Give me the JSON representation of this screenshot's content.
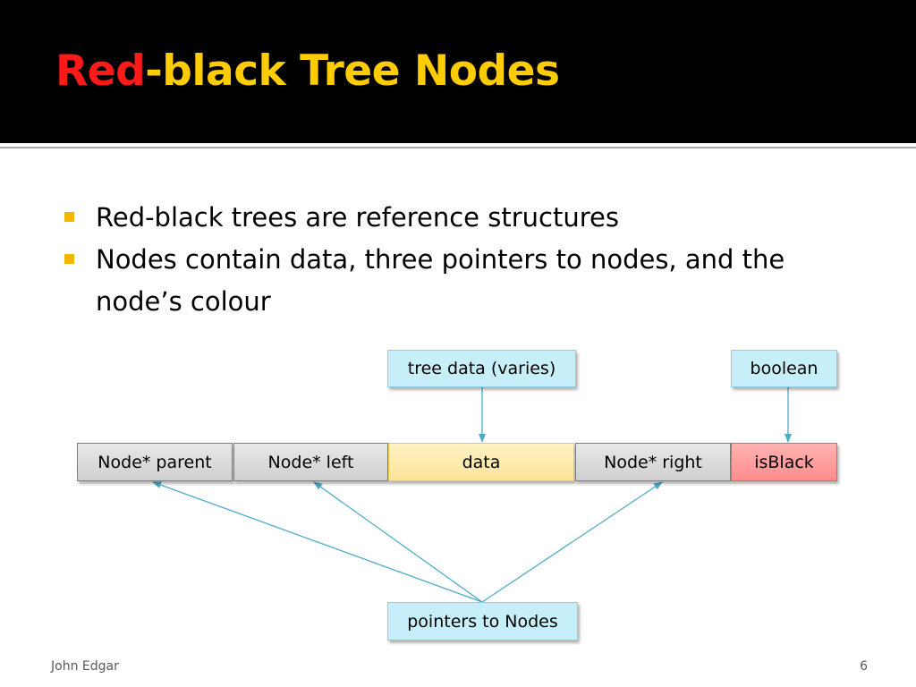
{
  "slide": {
    "title_red": "Red",
    "title_rest": "-black Tree Nodes",
    "bullets": [
      "Red-black trees are reference structures",
      "Nodes contain data, three pointers to nodes, and the node’s colour"
    ],
    "footer_author": "John Edgar",
    "page_number": "6"
  },
  "diagram": {
    "callouts": {
      "tree_data": "tree data (varies)",
      "boolean": "boolean",
      "pointers": "pointers to Nodes"
    },
    "cells": [
      "Node* parent",
      "Node* left",
      "data",
      "Node* right",
      "isBlack"
    ]
  },
  "colors": {
    "header_background": "#000000",
    "title_red": "#ff1a1a",
    "title_yellow": "#ffcc00",
    "bullet_marker": "#f2b705",
    "callout_fill": "#c7eff9",
    "connector": "#4bacc6",
    "pointer_cell": "#d9d9d9",
    "data_cell": "#fde9a9",
    "isblack_cell": "#ff9999"
  }
}
